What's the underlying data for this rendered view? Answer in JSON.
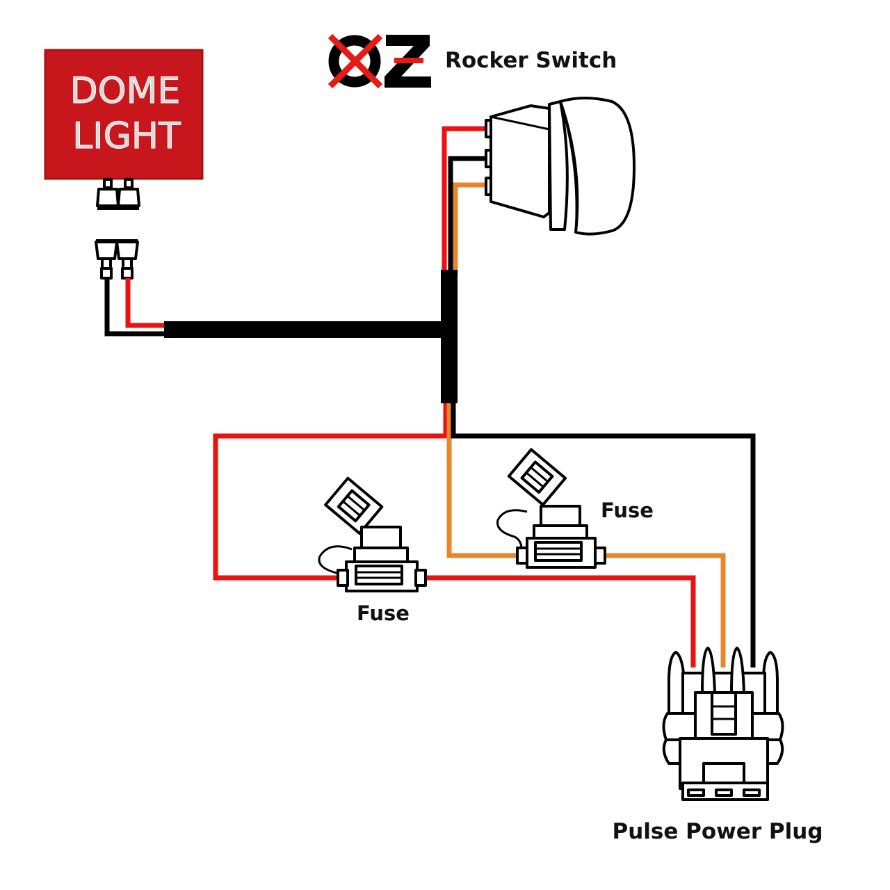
{
  "title": {
    "logo_text": "OZ",
    "text": "Rocker Switch"
  },
  "dome_light": {
    "line1": "DOME",
    "line2": "LIGHT",
    "plate_color": "#c8171c",
    "text_color": "#d9d9d9"
  },
  "fuses": [
    {
      "label": "Fuse",
      "wire": "red"
    },
    {
      "label": "Fuse",
      "wire": "orange"
    }
  ],
  "plug": {
    "label": "Pulse Power Plug"
  },
  "wire_colors": {
    "red": "#ee1111",
    "black": "#000000",
    "orange": "#e8862c"
  },
  "logo_accent": "#e41b17"
}
